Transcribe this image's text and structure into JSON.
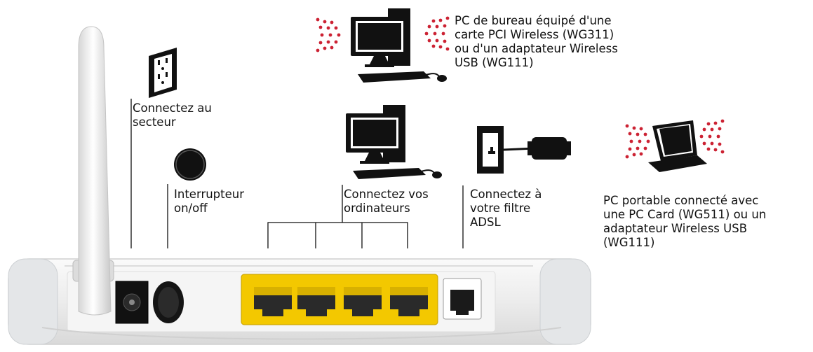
{
  "labels": {
    "power_outlet": "Connectez au\nsecteur",
    "power_switch": "Interrupteur\non/off",
    "computers": "Connectez vos\nordinateurs",
    "adsl_filter": "Connectez à\nvotre filtre\nADSL",
    "desktop_wireless": "PC de bureau équipé d'une\ncarte PCI Wireless (WG311)\nou d'un adaptateur Wireless\nUSB (WG111)",
    "laptop_wireless": "PC portable connecté avec\nune PC Card (WG511) ou un\nadaptateur Wireless USB\n(WG111)"
  },
  "colors": {
    "router_body": "#f2f2f2",
    "lan_ports": "#f3c800",
    "wireless_waves": "#cc2233",
    "icons": "#111111"
  },
  "icons": [
    "power-outlet-icon",
    "power-switch-icon",
    "desktop-pc-icon",
    "wall-phone-jack-icon",
    "adsl-filter-icon",
    "laptop-icon",
    "wireless-waves-icon"
  ]
}
